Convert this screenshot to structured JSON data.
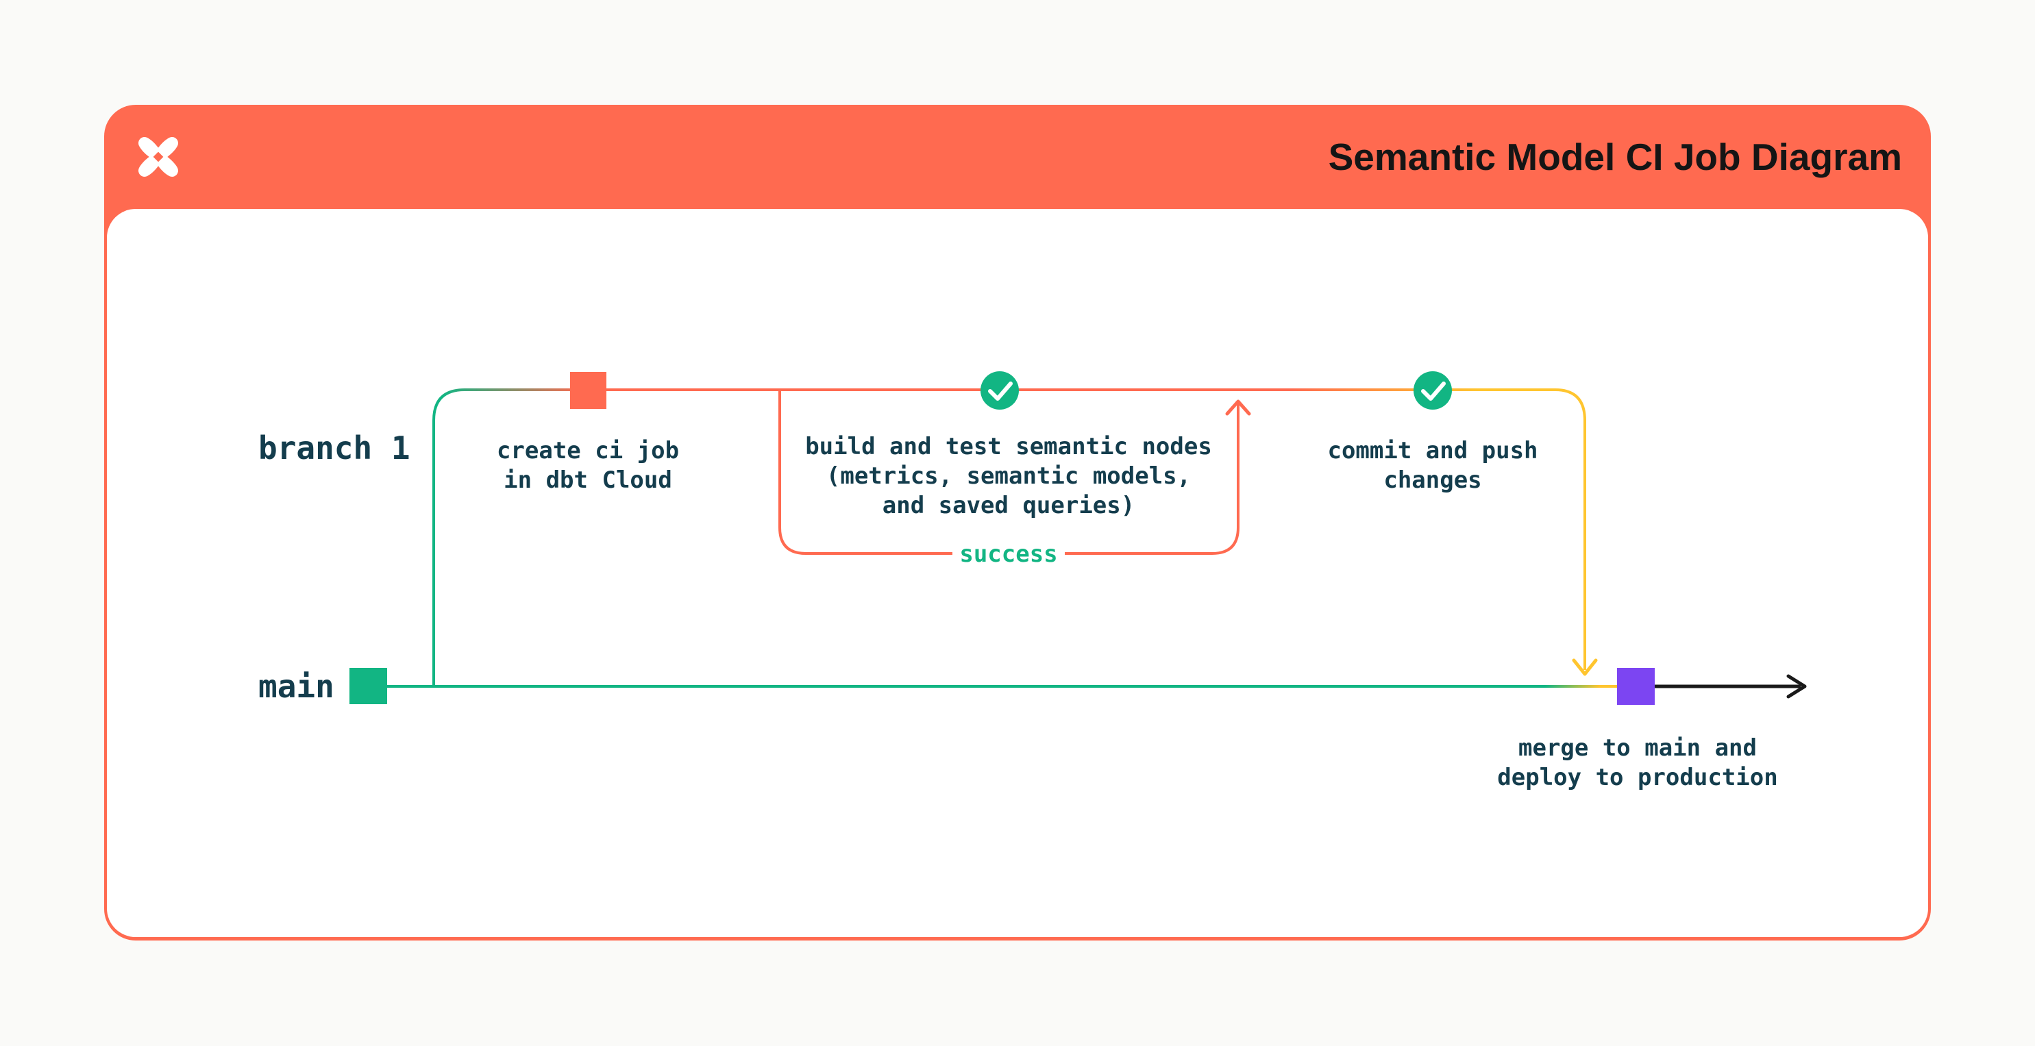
{
  "header": {
    "title": "Semantic Model CI Job Diagram",
    "logo": "dbt-logo"
  },
  "diagram": {
    "branch_labels": {
      "branch1": "branch 1",
      "main": "main"
    },
    "nodes": {
      "create_ci": "create ci job\nin dbt Cloud",
      "build_test": "build and test semantic nodes\n(metrics, semantic models,\nand saved queries)",
      "commit_push": "commit and push\nchanges",
      "merge": "merge to main and\ndeploy to production"
    },
    "edge_labels": {
      "success": "success"
    },
    "icons": {
      "node1": "commit-square-icon",
      "node2": "check-circle-icon",
      "node3": "check-circle-icon",
      "node4": "merge-square-icon"
    },
    "colors": {
      "orange": "#FF6A50",
      "green": "#12B583",
      "yellow": "#FFC52F",
      "purple": "#7C45F2",
      "ink": "#143D4D"
    }
  }
}
